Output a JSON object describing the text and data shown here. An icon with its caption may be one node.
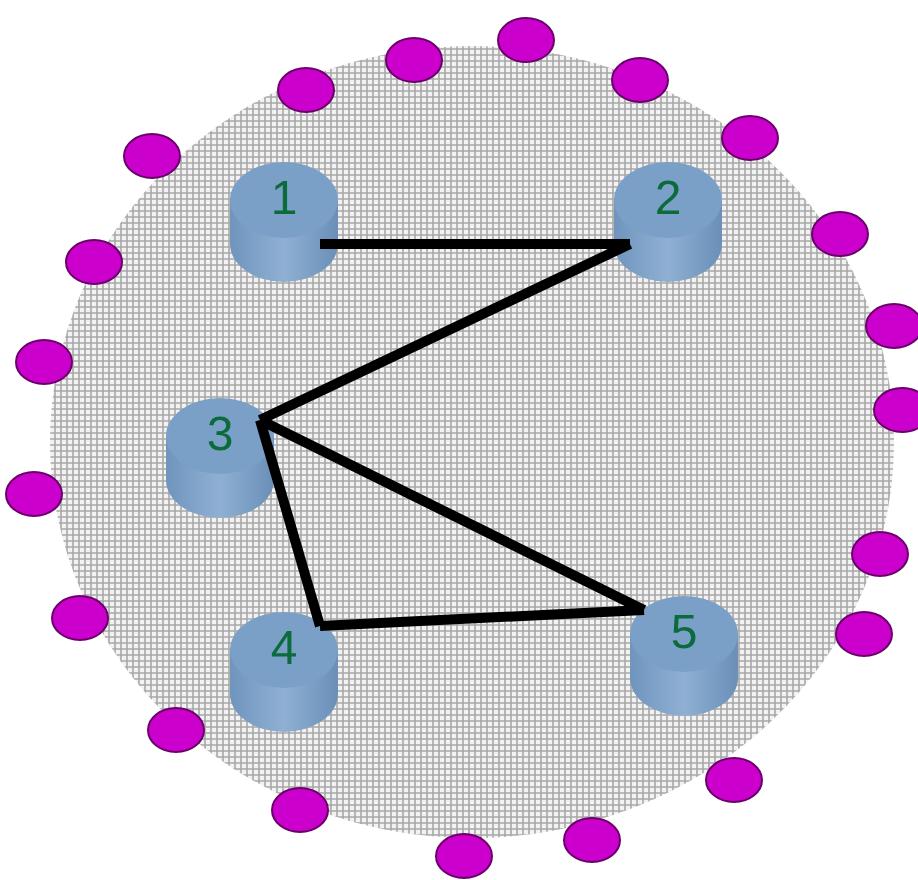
{
  "diagram": {
    "nodes": [
      {
        "text": [
          "1"
        ]
      },
      {
        "text": [
          "2"
        ]
      },
      {
        "text": [
          "3"
        ]
      },
      {
        "text": [
          "4"
        ]
      },
      {
        "text": [
          "5"
        ]
      }
    ],
    "edges": [
      {
        "from": 0,
        "to": 1,
        "arrow": "none"
      },
      {
        "from": 1,
        "to": 2,
        "arrow": "none"
      },
      {
        "from": 2,
        "to": 4,
        "arrow": "none"
      },
      {
        "from": 2,
        "to": 3,
        "arrow": "none"
      },
      {
        "from": 3,
        "to": 4,
        "arrow": "none"
      }
    ]
  }
}
